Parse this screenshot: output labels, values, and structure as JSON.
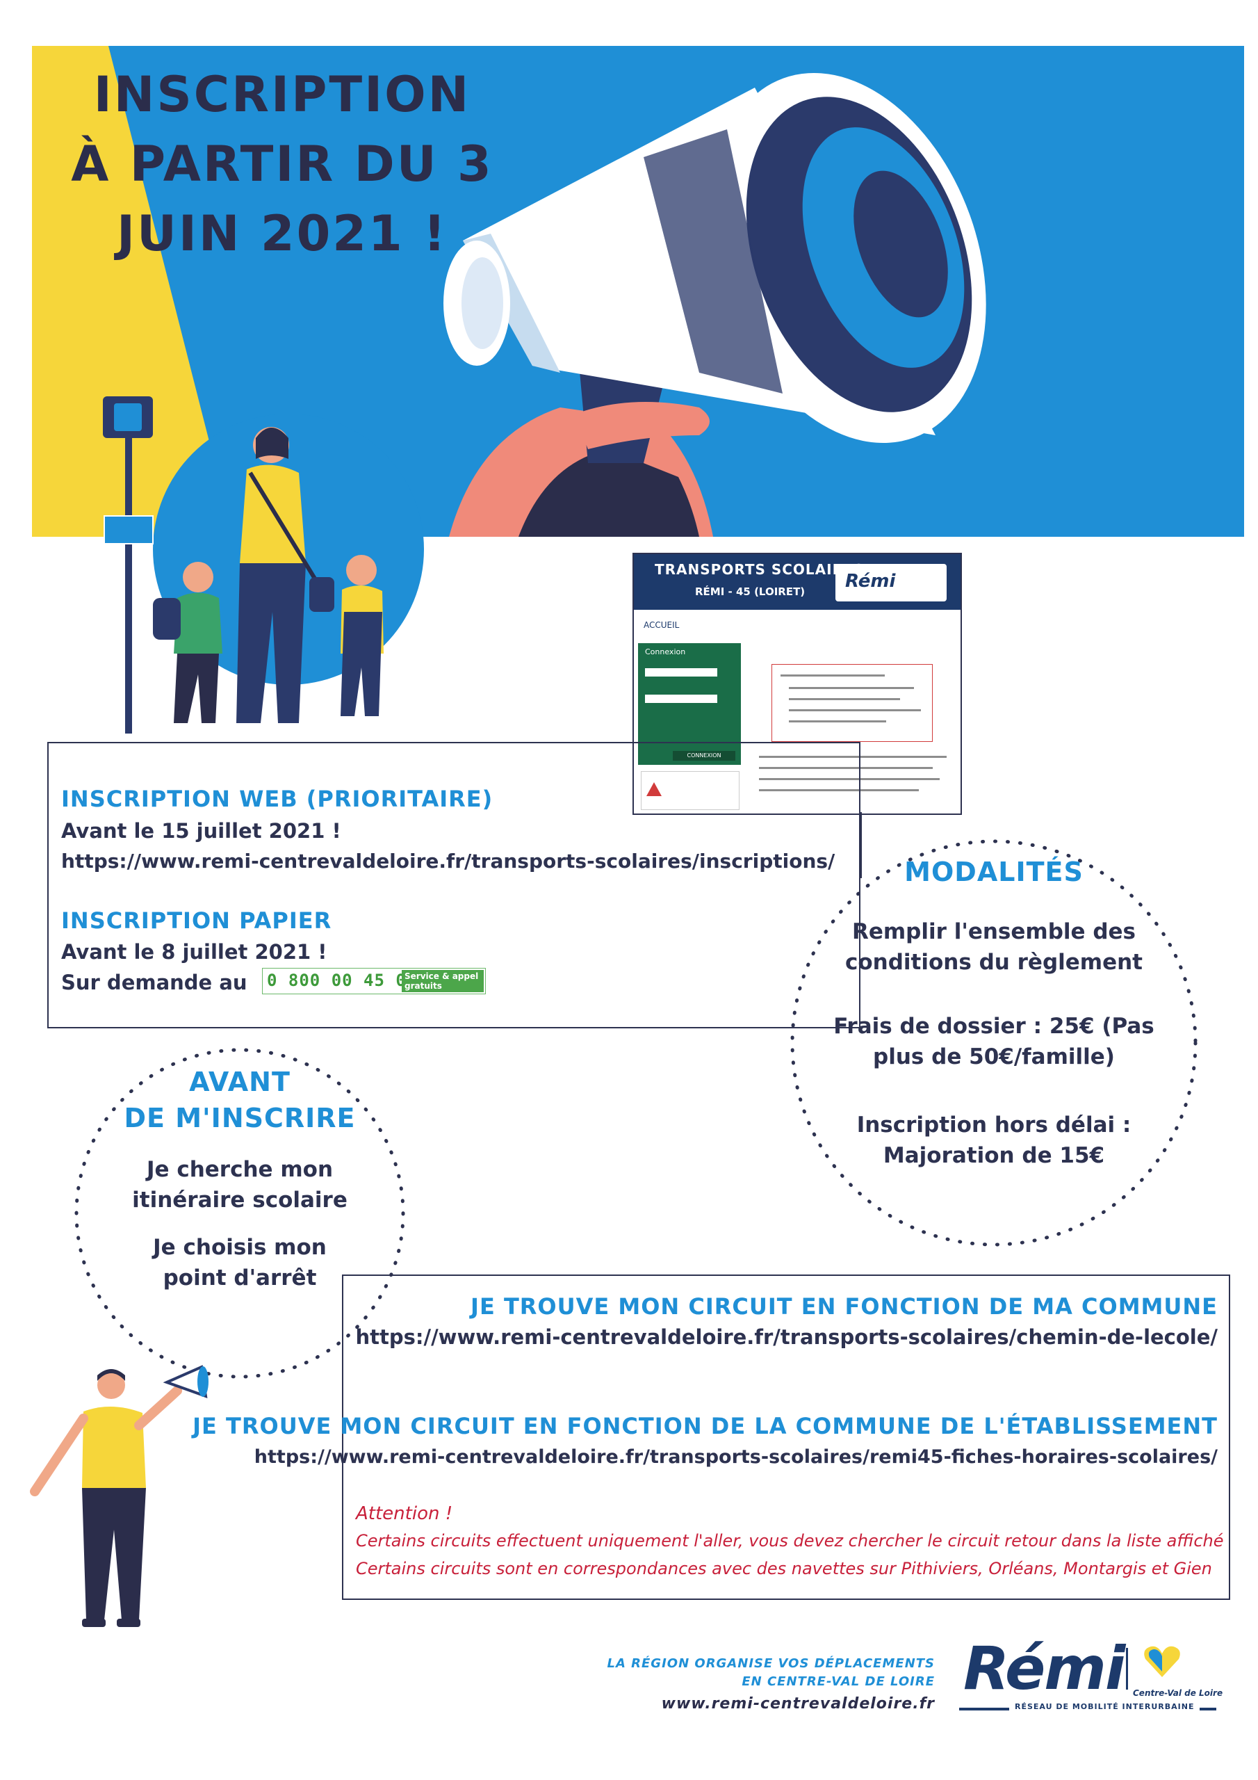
{
  "hero": {
    "title_lines": [
      "INSCRIPTION",
      "À PARTIR DU 3",
      "JUIN 2021 !"
    ]
  },
  "thumbnail": {
    "title": "TRANSPORTS SCOLAIRES",
    "subtitle": "RÉMI - 45 (LOIRET)",
    "logo": "Rémi",
    "nav": "ACCUEIL",
    "side_heading": "Connexion",
    "button": "CONNEXION"
  },
  "web": {
    "title": "INSCRIPTION WEB (PRIORITAIRE)",
    "deadline": "Avant le 15 juillet 2021 !",
    "url": "https://www.remi-centrevaldeloire.fr/transports-scolaires/inscriptions/"
  },
  "papier": {
    "title": "INSCRIPTION PAPIER",
    "deadline": "Avant le 8 juillet 2021 !",
    "demand": "Sur demande au",
    "phone": "0 800 00 45 00",
    "phone_tag": "Service & appel gratuits"
  },
  "modalites": {
    "title": "MODALITÉS",
    "p1": [
      "Remplir l'ensemble des",
      "conditions du règlement"
    ],
    "p2": [
      "Frais de dossier : 25€ (Pas",
      "plus de 50€/famille)"
    ],
    "p3": [
      "Inscription hors délai :",
      "Majoration de 15€"
    ]
  },
  "avant": {
    "title": [
      "AVANT",
      "DE M'INSCRIRE"
    ],
    "p1": [
      "Je cherche mon",
      "itinéraire scolaire"
    ],
    "p2": [
      "Je choisis mon",
      "point d'arrêt"
    ]
  },
  "circuit": {
    "title1": "JE TROUVE MON CIRCUIT EN FONCTION DE MA COMMUNE",
    "url1": "https://www.remi-centrevaldeloire.fr/transports-scolaires/chemin-de-lecole/",
    "title2": "JE TROUVE MON CIRCUIT EN FONCTION DE LA COMMUNE DE L'ÉTABLISSEMENT",
    "url2": "https://www.remi-centrevaldeloire.fr/transports-scolaires/remi45-fiches-horaires-scolaires/",
    "attention": "Attention !",
    "warn1": "Certains circuits effectuent uniquement l'aller, vous devez chercher le circuit retour dans la liste affiché",
    "warn2": "Certains circuits sont en correspondances avec des navettes sur Pithiviers, Orléans, Montargis et Gien"
  },
  "footer": {
    "line1": "LA RÉGION ORGANISE VOS DÉPLACEMENTS",
    "line2": "EN CENTRE-VAL DE LOIRE",
    "url": "www.remi-centrevaldeloire.fr",
    "logo": "Rémi",
    "region": "Centre-Val de Loire",
    "tagline": "RÉSEAU DE MOBILITÉ INTERURBAINE"
  },
  "colors": {
    "blue": "#1f8fd6",
    "navy": "#2d3250",
    "yellow": "#f6d63a",
    "red": "#c8203a",
    "green": "#4ca64a"
  }
}
